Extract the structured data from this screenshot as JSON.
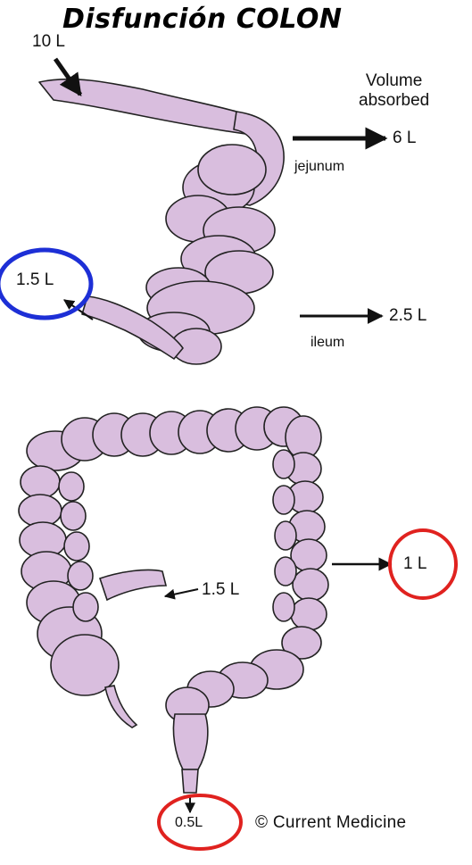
{
  "title": "Disfunción COLON",
  "header": {
    "volume_absorbed": [
      "Volume",
      "absorbed"
    ]
  },
  "small_intestine": {
    "intake": "10 L",
    "jejunum": {
      "label": "jejunum",
      "absorbed": "6 L"
    },
    "ileum": {
      "label": "ileum",
      "absorbed": "2.5 L"
    },
    "to_colon": "1.5 L"
  },
  "colon": {
    "inflow": "1.5 L",
    "absorbed": "1 L",
    "stool_output": "0.5L"
  },
  "credit": "© Current Medicine",
  "colors": {
    "bowel_fill": "#d9bede",
    "bowel_stroke": "#222222",
    "blue_circle": "#1d2fd6",
    "red_circle": "#e0221f"
  }
}
